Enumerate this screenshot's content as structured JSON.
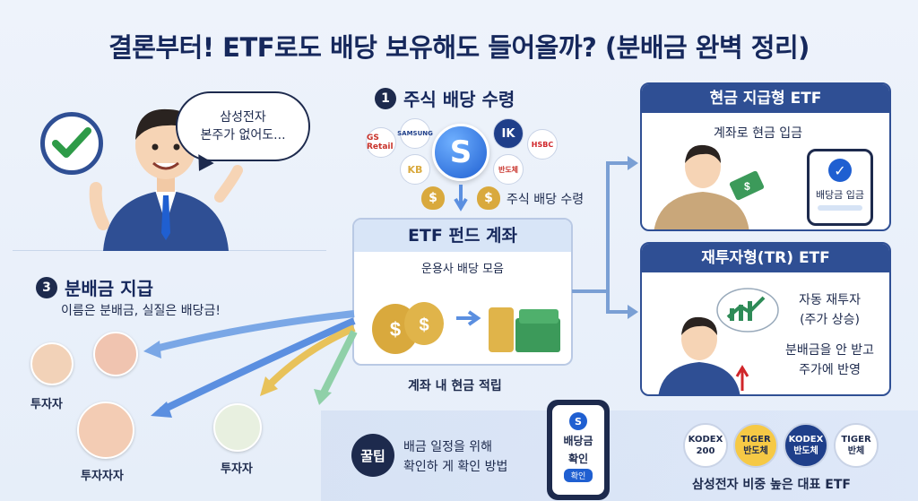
{
  "title": "결론부터! ETF로도 배당 보유해도 들어올까? (분배금 완벽 정리)",
  "presenter": {
    "speech_line1": "삼성전자",
    "speech_line2": "본주가 없어도..."
  },
  "step1": {
    "number": "1",
    "heading": "주식 배당 수령",
    "logos": [
      "GS Retail",
      "SAMSUNG",
      "IK",
      "KB",
      "반도체",
      "HSBC"
    ],
    "center_logo": "S",
    "receive_label": "주식 배당 수령"
  },
  "etf_box": {
    "heading": "ETF 펀드 계좌",
    "subheading": "운용사 배당 모음",
    "footer": "계좌 내 현금 적립"
  },
  "step3": {
    "number": "3",
    "heading": "분배금 지급",
    "sub": "이름은 분배금, 실질은 배당금!"
  },
  "investors": [
    {
      "label": "투자자"
    },
    {
      "label": "투자자자"
    },
    {
      "label": "투자자"
    }
  ],
  "cash_etf": {
    "heading": "현금 지급형 ETF",
    "desc": "계좌로 현금 입금",
    "phone_label": "배당금 입금"
  },
  "tr_etf": {
    "heading": "재투자형(TR) ETF",
    "line1": "자동 재투자",
    "line2": "(주가 상승)",
    "line3": "분배금을 안 받고",
    "line4": "주가에 반영"
  },
  "tip": {
    "badge": "꿀팁",
    "line1": "배금 일정을 위해",
    "line2": "확인하 게 확인 방법",
    "phone_line1": "배당금",
    "phone_line2": "확인",
    "phone_button": "확인"
  },
  "etf_list": {
    "items": [
      {
        "line1": "KODEX",
        "line2": "200",
        "bg": "#ffffff",
        "fg": "#1d2a4d"
      },
      {
        "line1": "TIGER",
        "line2": "반도체",
        "bg": "#f6c945",
        "fg": "#1d2a4d"
      },
      {
        "line1": "KODEX",
        "line2": "반도체",
        "bg": "#1f3f8a",
        "fg": "#ffffff"
      },
      {
        "line1": "TIGER",
        "line2": "반체",
        "bg": "#ffffff",
        "fg": "#1d2a4d"
      }
    ],
    "caption": "삼성전자 비중 높은 대표 ETF"
  },
  "colors": {
    "navy": "#1d2a4d",
    "accent": "#2f4f94",
    "gold": "#d9a93d",
    "green": "#2e8b57"
  }
}
